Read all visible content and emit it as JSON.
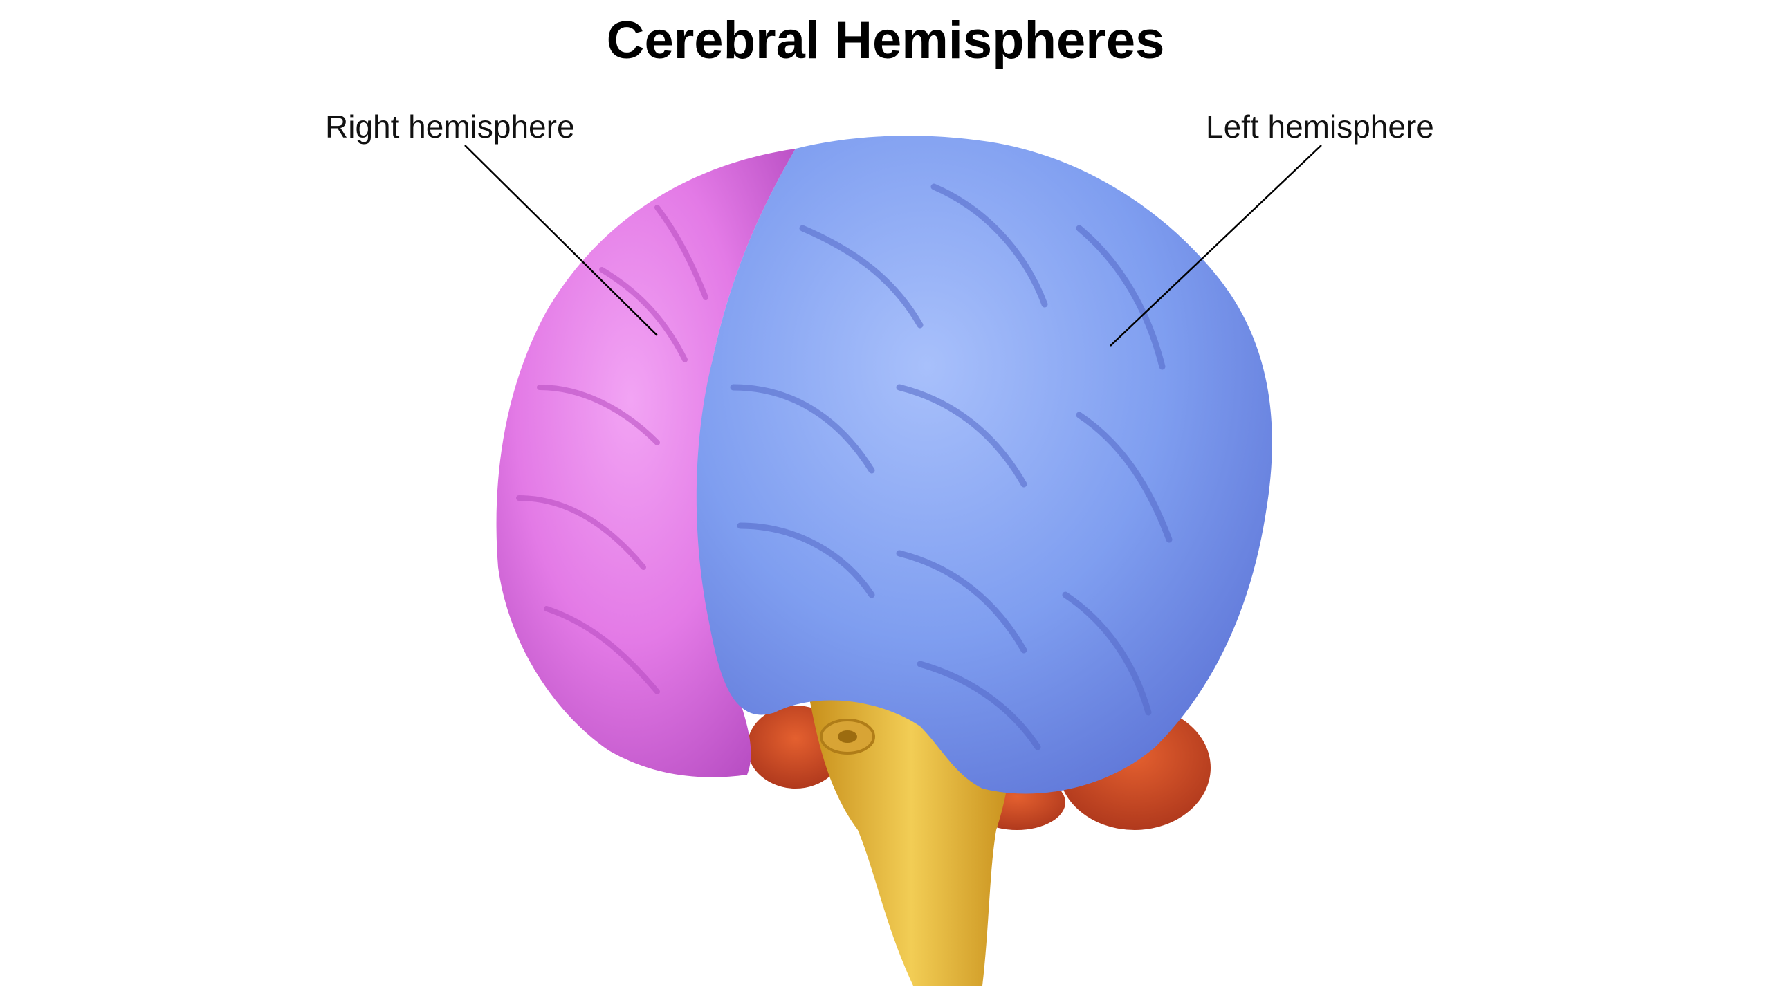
{
  "diagram": {
    "title": "Cerebral Hemispheres",
    "labels": {
      "right_hemisphere": "Right hemisphere",
      "left_hemisphere": "Left hemisphere"
    }
  },
  "colors": {
    "right_hemisphere": "#e37ae6",
    "left_hemisphere": "#7f9ef0",
    "brainstem": "#e8b93a",
    "cerebellum": "#c9441f",
    "leader_line": "#000000"
  }
}
